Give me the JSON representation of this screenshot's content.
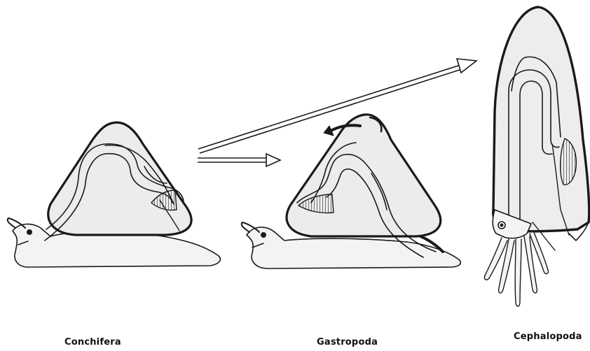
{
  "labels": {
    "conchifera": "Conchifera",
    "gastropoda": "Gastropoda",
    "cephalopoda": "Cephalopoda"
  },
  "colors": {
    "ink": "#1a1a1a",
    "body_fill": "#f3f3f3",
    "shell_fill": "#ededed",
    "background": "#ffffff"
  },
  "arrows": [
    {
      "from": "conchifera",
      "to": "gastropoda"
    },
    {
      "from": "conchifera",
      "to": "cephalopoda"
    }
  ]
}
